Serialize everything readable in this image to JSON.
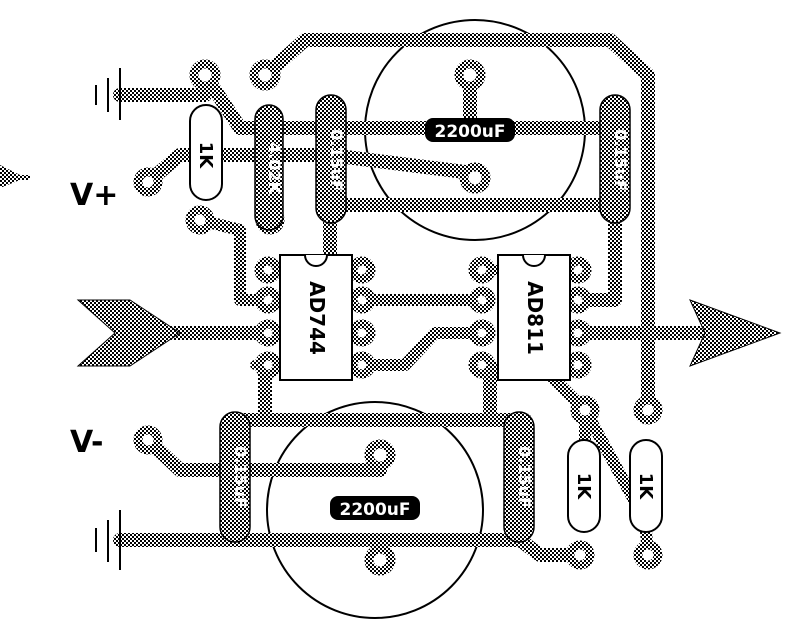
{
  "labels": {
    "vplus": "V+",
    "vminus": "V-",
    "cap_top": "2200uF",
    "cap_bottom": "2200uF",
    "c1": "0.15uF",
    "c2": "0.15uF",
    "c3": "0.15uF",
    "c4": "0.15uF",
    "r1": "1K",
    "r2": "4.02K",
    "r3": "1K",
    "r4": "1K",
    "ic1": "AD744",
    "ic2": "AD811"
  },
  "colors": {
    "trace": "#000000",
    "background": "#ffffff"
  }
}
